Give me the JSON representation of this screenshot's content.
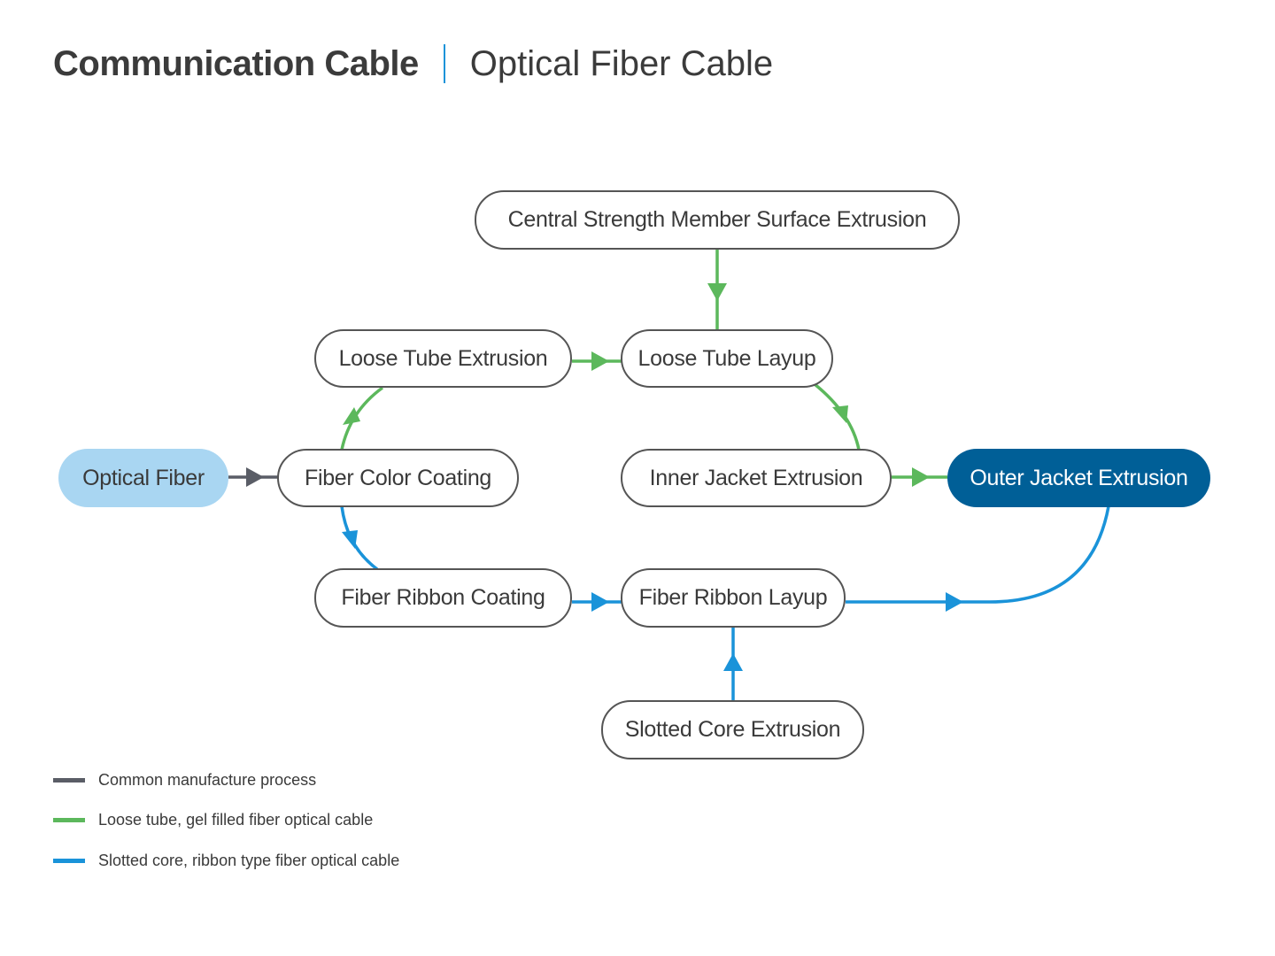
{
  "header": {
    "title": "Communication Cable",
    "subtitle": "Optical Fiber Cable"
  },
  "colors": {
    "common": "#5a5d66",
    "green": "#5cb85c",
    "blue": "#1a93d9",
    "separator": "#1a93d9",
    "start_fill": "#a9d6f2",
    "end_fill": "#005f97"
  },
  "nodes": {
    "central_strength": "Central Strength Member Surface Extrusion",
    "loose_tube_extrusion": "Loose Tube Extrusion",
    "loose_tube_layup": "Loose Tube Layup",
    "optical_fiber": "Optical Fiber",
    "fiber_color_coating": "Fiber Color Coating",
    "inner_jacket_extrusion": "Inner Jacket Extrusion",
    "outer_jacket_extrusion": "Outer Jacket Extrusion",
    "fiber_ribbon_coating": "Fiber Ribbon Coating",
    "fiber_ribbon_layup": "Fiber Ribbon Layup",
    "slotted_core_extrusion": "Slotted Core Extrusion"
  },
  "legend": [
    {
      "label": "Common manufacture process",
      "color": "#5a5d66"
    },
    {
      "label": "Loose tube, gel filled fiber optical cable",
      "color": "#5cb85c"
    },
    {
      "label": "Slotted core, ribbon type fiber optical cable",
      "color": "#1a93d9"
    }
  ]
}
